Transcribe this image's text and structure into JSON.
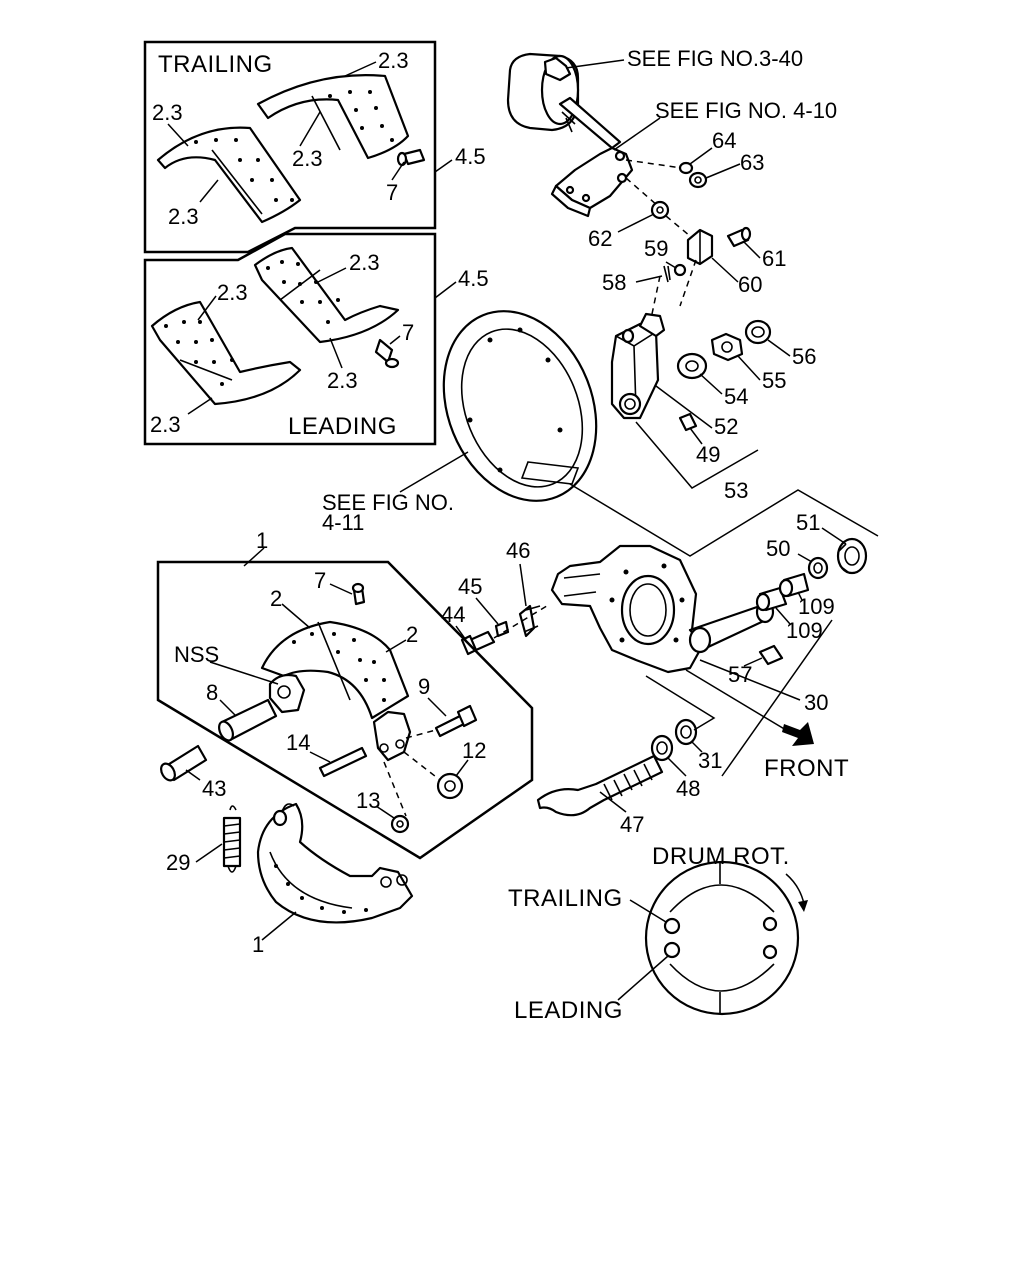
{
  "labels": {
    "trailing_box_title": "TRAILING",
    "leading_box_title": "LEADING",
    "tl_2_3_a": "2.3",
    "tl_2_3_b": "2.3",
    "tl_2_3_c": "2.3",
    "tl_2_3_d": "2.3",
    "tl_7": "7",
    "ld_2_3_a": "2.3",
    "ld_2_3_b": "2.3",
    "ld_2_3_c": "2.3",
    "ld_2_3_d": "2.3",
    "ld_7": "7",
    "box_4_5_top": "4.5",
    "box_4_5_bottom": "4.5",
    "see_fig_3_40": "SEE FIG NO.3-40",
    "see_fig_4_10": "SEE FIG NO. 4-10",
    "see_fig_4_11_line1": "SEE FIG NO.",
    "see_fig_4_11_line2": "4-11",
    "p64": "64",
    "p63": "63",
    "p62": "62",
    "p59": "59",
    "p61": "61",
    "p58": "58",
    "p60": "60",
    "p56": "56",
    "p55": "55",
    "p54": "54",
    "p52": "52",
    "p49": "49",
    "p53": "53",
    "p51": "51",
    "p50": "50",
    "p109a": "109",
    "p109b": "109",
    "p46": "46",
    "p45": "45",
    "p44": "44",
    "p57": "57",
    "p30": "30",
    "p31": "31",
    "p48": "48",
    "p47": "47",
    "p1_top": "1",
    "p7": "7",
    "p2a": "2",
    "p2b": "2",
    "nss": "NSS",
    "p8": "8",
    "p9": "9",
    "p14": "14",
    "p12": "12",
    "p13": "13",
    "p43": "43",
    "p29": "29",
    "p1_bottom": "1",
    "front": "FRONT",
    "drum_rot": "DRUM ROT.",
    "rot_trailing": "TRAILING",
    "rot_leading": "LEADING"
  }
}
